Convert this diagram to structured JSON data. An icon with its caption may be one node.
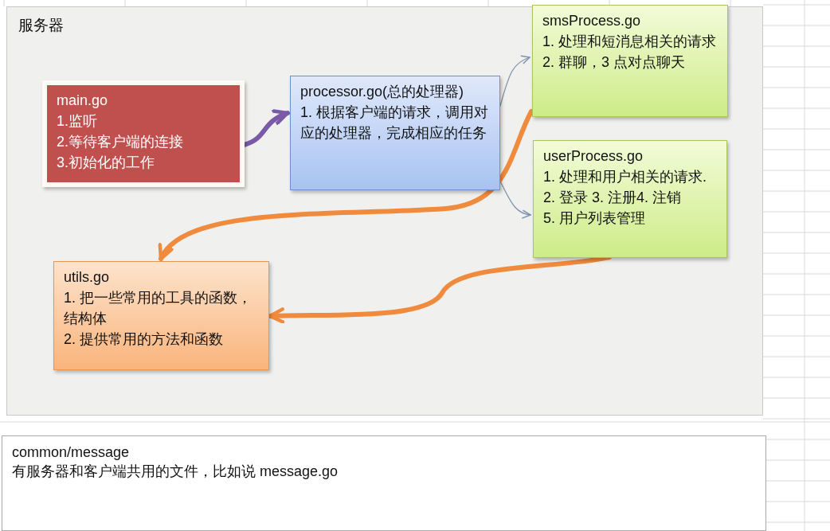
{
  "diagram": {
    "nodes": [
      {
        "text": [
          "服务器"
        ]
      },
      {
        "text": [
          "main.go",
          "1.监听",
          "2.等待客户端的连接",
          "3.初始化的工作"
        ],
        "in": 0
      },
      {
        "text": [
          "processor.go(总的处理器)",
          "1. 根据客户端的请求，调用对应的处理器，完成相应的任务"
        ],
        "in": 0
      },
      {
        "text": [
          "smsProcess.go",
          "1. 处理和短消息相关的请求",
          "2. 群聊，3 点对点聊天"
        ],
        "in": 0
      },
      {
        "text": [
          "userProcess.go",
          "1. 处理和用户相关的请求.",
          "2. 登录 3. 注册4. 注销",
          "5. 用户列表管理"
        ],
        "in": 0
      },
      {
        "text": [
          "utils.go",
          "1. 把一些常用的工具的函数，结构体",
          "2. 提供常用的方法和函数"
        ],
        "in": 0
      },
      {
        "text": [
          "common/message",
          "有服务器和客户端共用的文件，比如说 message.go"
        ]
      }
    ],
    "edges": [
      {
        "from": 1,
        "to": 2,
        "arrow": "to",
        "color": "#7a5aa8"
      },
      {
        "from": 2,
        "to": 3,
        "arrow": "to",
        "color": "#7f93b0"
      },
      {
        "from": 2,
        "to": 4,
        "arrow": "to",
        "color": "#7f93b0"
      },
      {
        "from": 3,
        "to": 5,
        "arrow": "to",
        "color": "#f08a3c"
      },
      {
        "from": 4,
        "to": 5,
        "arrow": "to",
        "color": "#f08a3c"
      }
    ]
  }
}
